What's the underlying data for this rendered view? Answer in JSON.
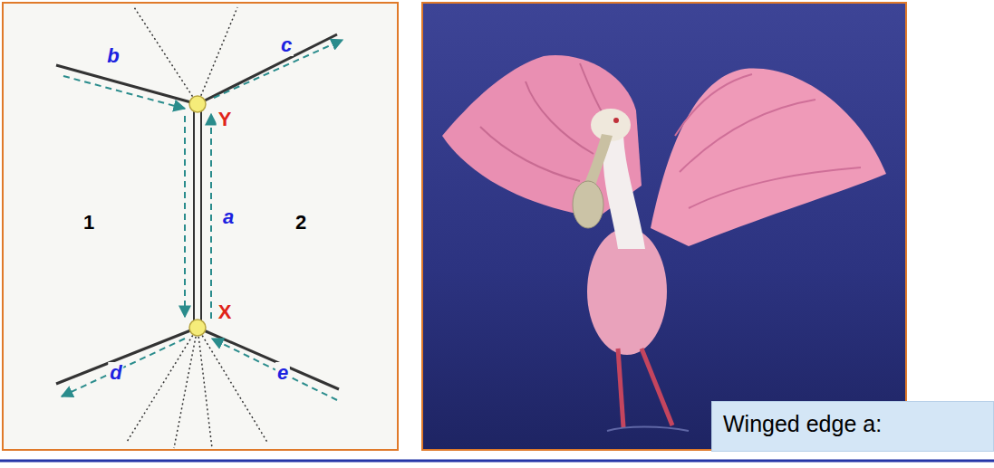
{
  "diagram": {
    "nodes": [
      {
        "text": [
          "Winged edge a:"
        ]
      }
    ],
    "labels": [
      "b",
      "c",
      "Y",
      "1",
      "a",
      "2",
      "X",
      "d",
      "e"
    ]
  }
}
